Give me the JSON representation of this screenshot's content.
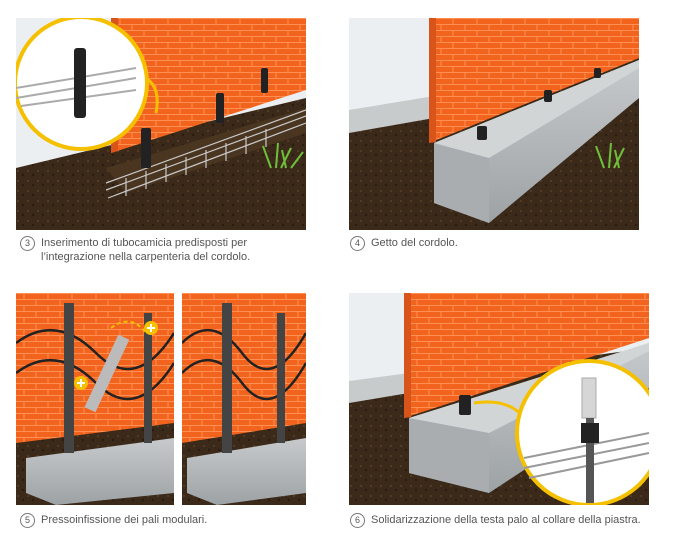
{
  "palette": {
    "brick": "#f2641e",
    "mortar": "#ff8a4a",
    "concrete": "#b9bdbf",
    "soil": "#3b2a1a",
    "sky": "#eceff1",
    "highlight": "#f5c000",
    "grass": "#6fbf3a"
  },
  "steps": [
    {
      "number": "3",
      "caption": "Inserimento di tubocamicia predisposti per\nl’integrazione nella carpenteria del cordolo."
    },
    {
      "number": "4",
      "caption": "Getto del cordolo."
    },
    {
      "number": "5",
      "caption": "Pressoinfissione dei pali modulari."
    },
    {
      "number": "6",
      "caption": "Solidarizzazione della testa palo al collare della piastra."
    }
  ],
  "icons": [
    "plus-icon",
    "rotate-arrow-icon"
  ]
}
